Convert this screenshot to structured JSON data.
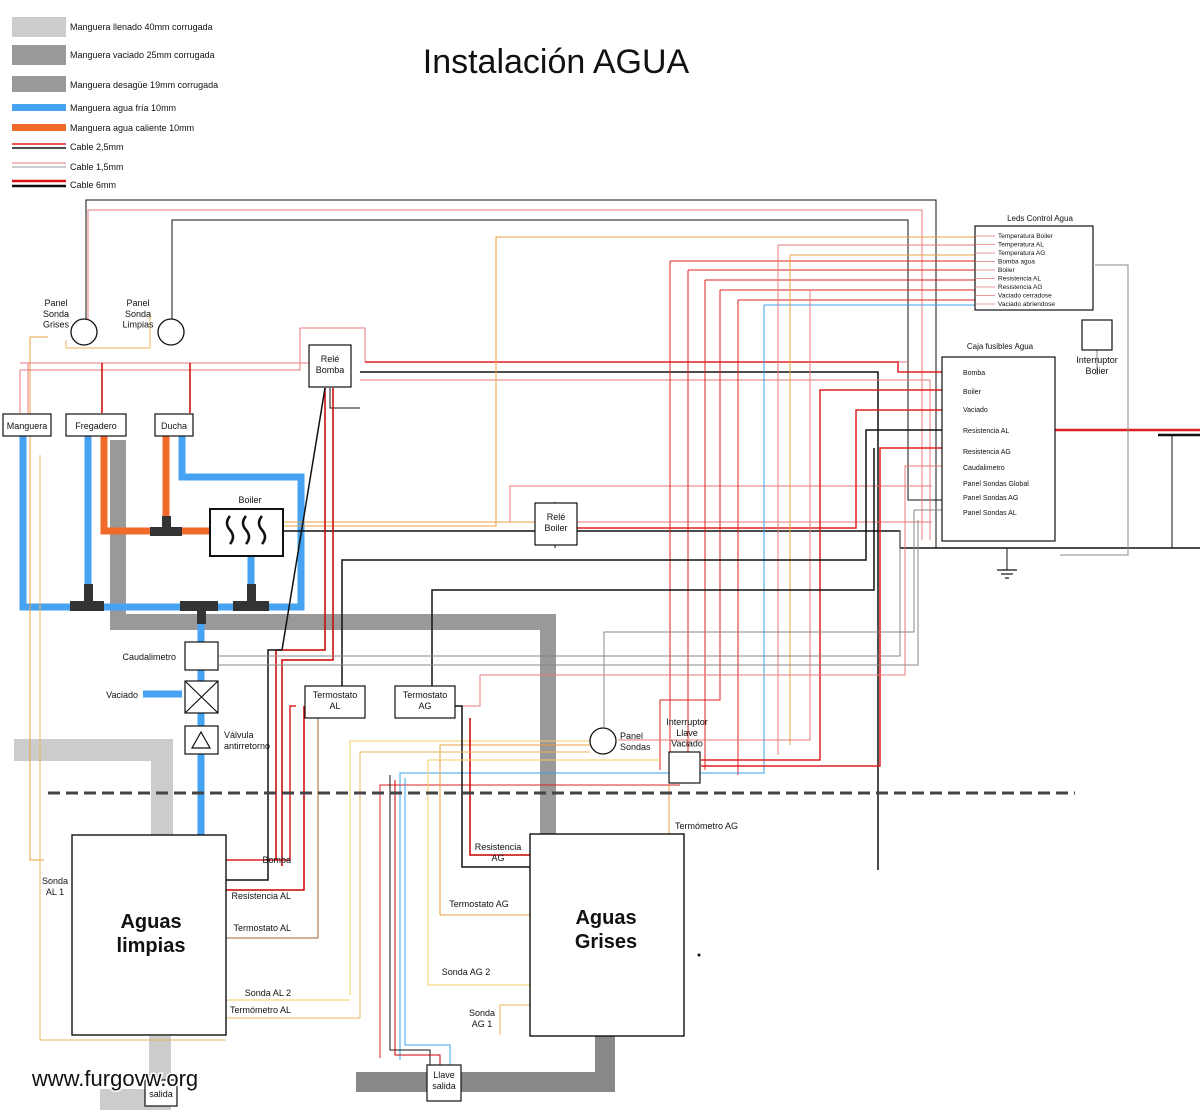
{
  "title": "Instalación AGUA",
  "legend": [
    {
      "label": "Manguera llenado 40mm corrugada",
      "color": "#cccccc"
    },
    {
      "label": "Manguera vaciado 25mm corrugada",
      "color": "#999999"
    },
    {
      "label": "Manguera desagüe 19mm corrugada",
      "color": "#999999"
    },
    {
      "label": "Manguera agua fría 10mm",
      "color": "#45a3f2"
    },
    {
      "label": "Manguera agua caliente 10mm",
      "color": "#f26a2a"
    },
    {
      "label": "Cable 2,5mm",
      "color": "#e02020"
    },
    {
      "label": "Cable 1,5mm",
      "color": "#e87a7a"
    },
    {
      "label": "Cable 6mm",
      "color": "#e01010"
    }
  ],
  "components": {
    "panel_sonda_grises": "Panel\nSonda\nGrises",
    "panel_sonda_limpias": "Panel\nSonda\nLimpias",
    "manguera": "Manguera",
    "fregadero": "Fregadero",
    "ducha": "Ducha",
    "rele_bomba": "Relé\nBomba",
    "boiler": "Boiler",
    "rele_boiler": "Relé\nBoiler",
    "caudalimetro": "Caudalimetro",
    "vaciado": "Vaciado",
    "valvula": "Válvula\nantirretorno",
    "termostato_al": "Termostato\nAL",
    "termostato_ag": "Termostato\nAG",
    "panel_sondas": "Panel\nSondas",
    "interruptor_llave": "Interruptor\nLlave\nVaciado",
    "termometro_ag": "Termómetro AG",
    "interruptor_boiler": "Interruptor\nBolier",
    "aguas_limpias": "Aguas\nlimpias",
    "aguas_grises": "Aguas\nGrises",
    "llave_salida": "Llave\nsalida",
    "salida": "salida",
    "watermark": "www.furgovw.org"
  },
  "leds": {
    "title": "Leds Control Agua",
    "items": [
      "Temperatura Boiler",
      "Temperatura AL",
      "Temperatura AG",
      "Bomba agua",
      "Boiler",
      "Resistencia AL",
      "Resistencia AG",
      "Vaciado cerradose",
      "Vaciado abriendose"
    ]
  },
  "fuses": {
    "title": "Caja fusibles Agua",
    "items": [
      "Bomba",
      "Boiler",
      "Vaciado",
      "Resistencia AL",
      "Resistencia AG",
      "Caudalimetro",
      "Panel Sondas Global",
      "Panel Sondas AG",
      "Panel Sondas AL"
    ]
  },
  "tank_labels": {
    "limpias": [
      "Bomba",
      "Resistencia AL",
      "Termostato AL",
      "Sonda AL 2",
      "Termómetro AL"
    ],
    "sonda_al1": "Sonda\nAL 1",
    "grises": [
      "Resistencia\nAG",
      "Termostato AG",
      "Sonda AG 2",
      "Sonda\nAG 1"
    ]
  }
}
